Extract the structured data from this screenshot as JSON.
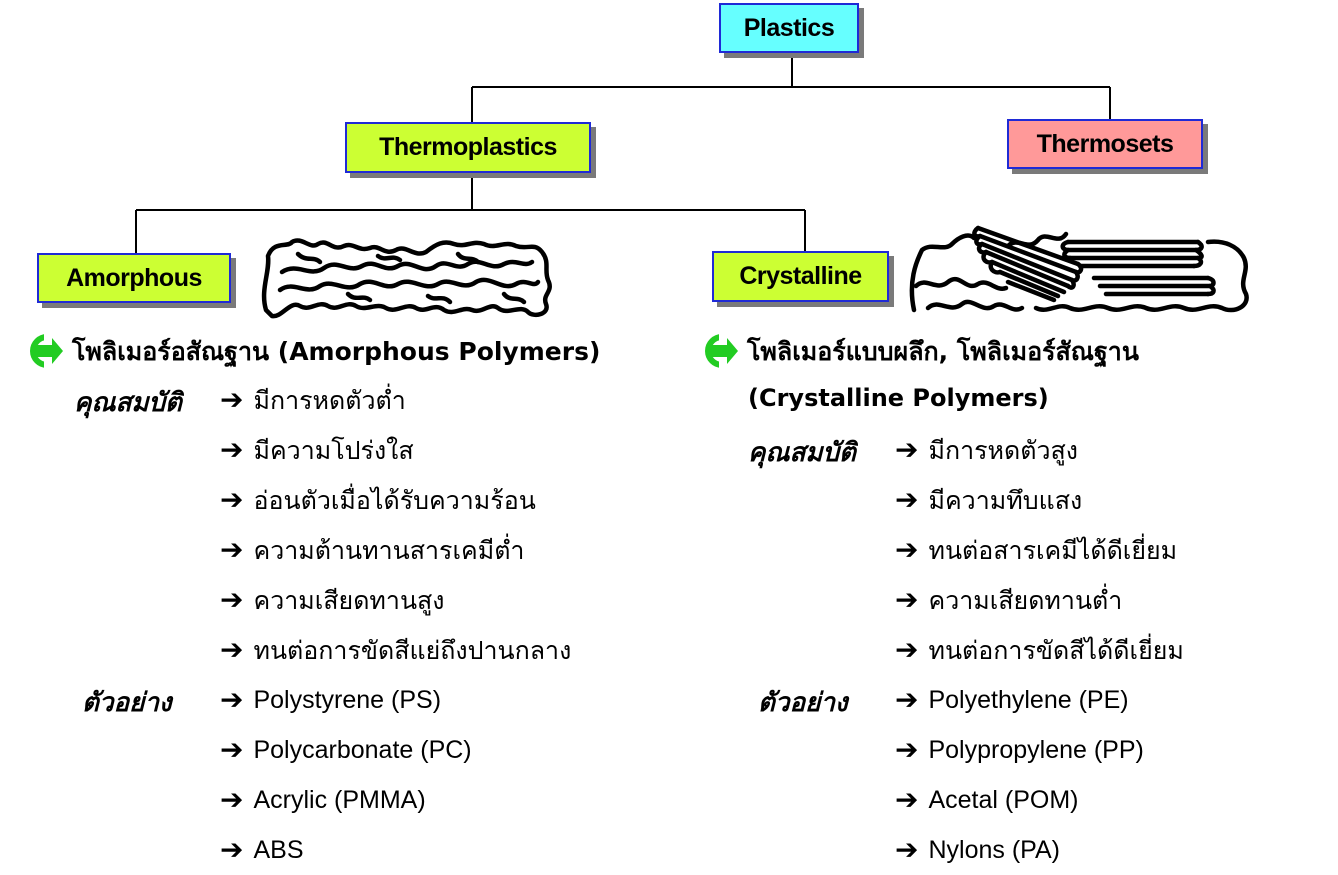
{
  "nodes": {
    "plastics": "Plastics",
    "thermoplastics": "Thermoplastics",
    "thermosets": "Thermosets",
    "amorphous": "Amorphous",
    "crystalline": "Crystalline"
  },
  "left": {
    "heading": "โพลิเมอร์อสัณฐาน (Amorphous Polymers)",
    "properties_label": "คุณสมบัติ",
    "properties": [
      "มีการหดตัวต่ำ",
      "มีความโปร่งใส",
      "อ่อนตัวเมื่อได้รับความร้อน",
      "ความต้านทานสารเคมีต่ำ",
      "ความเสียดทานสูง",
      "ทนต่อการขัดสีแย่ถึงปานกลาง"
    ],
    "examples_label": "ตัวอย่าง",
    "examples": [
      "Polystyrene (PS)",
      "Polycarbonate (PC)",
      "Acrylic (PMMA)",
      "ABS"
    ]
  },
  "right": {
    "heading": "โพลิเมอร์แบบผลึก, โพลิเมอร์สัณฐาน",
    "subheading": "(Crystalline Polymers)",
    "properties_label": "คุณสมบัติ",
    "properties": [
      "มีการหดตัวสูง",
      "มีความทึบแสง",
      "ทนต่อสารเคมีได้ดีเยี่ยม",
      "ความเสียดทานต่ำ",
      "ทนต่อการขัดสีได้ดีเยี่ยม"
    ],
    "examples_label": "ตัวอย่าง",
    "examples": [
      "Polyethylene (PE)",
      "Polypropylene (PP)",
      "Acetal (POM)",
      "Nylons (PA)"
    ]
  },
  "colors": {
    "plastics_fill": "#66ffff",
    "thermoplastic_fill": "#ccff33",
    "thermoset_fill": "#ff9999",
    "border": "#1f2ad6",
    "bullet": "#22cc22"
  },
  "icons": {
    "bullet": "circle-arrow-icon",
    "item": "right-arrow-icon"
  }
}
